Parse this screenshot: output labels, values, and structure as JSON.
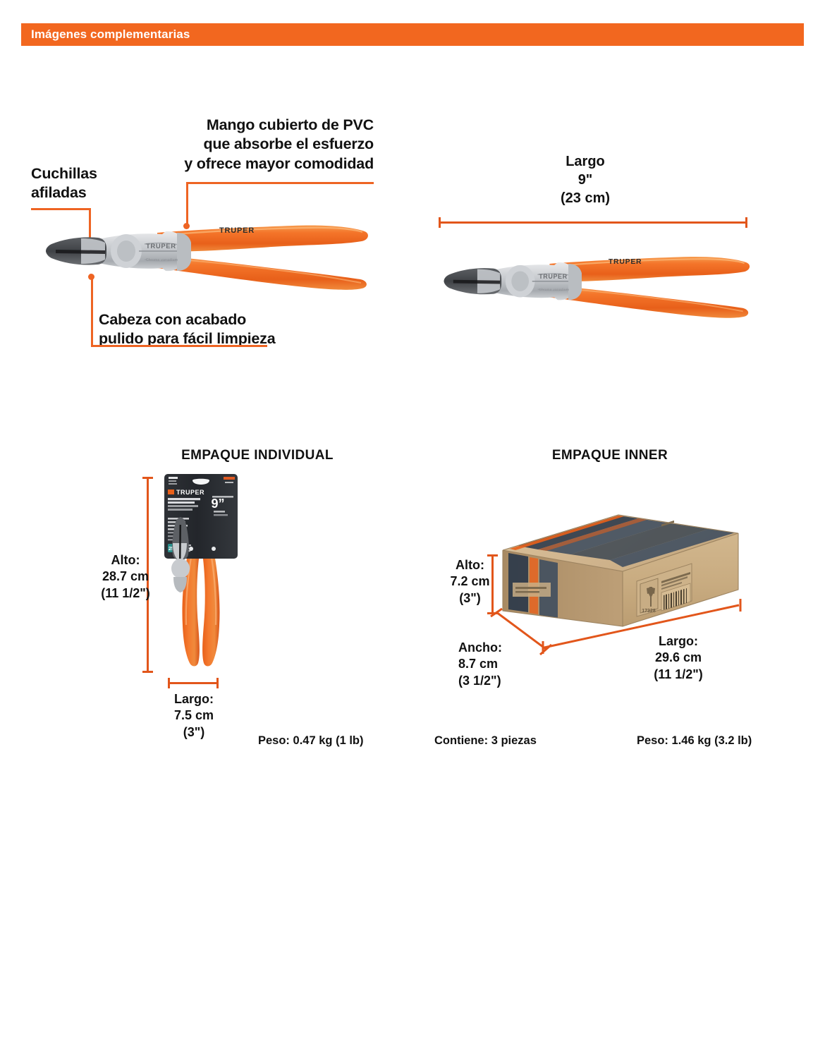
{
  "header": {
    "title": "Imágenes complementarias",
    "bar_color": "#F2671F"
  },
  "accent_color": "#EE6423",
  "product": {
    "brand": "TRUPER",
    "size_marking": "9\"",
    "inner_code": "17328"
  },
  "features": [
    {
      "id": "cuchillas",
      "line1": "Cuchillas",
      "line2": "afiladas"
    },
    {
      "id": "mango",
      "line1": "Mango cubierto de PVC",
      "line2": "que absorbe el esfuerzo",
      "line3": "y ofrece mayor comodidad"
    },
    {
      "id": "cabeza",
      "line1": "Cabeza con acabado",
      "line2": "pulido para fácil limpieza"
    }
  ],
  "tool_dimension": {
    "name": "Largo",
    "value_in": "9\"",
    "value_cm": "(23 cm)"
  },
  "packages": [
    {
      "id": "individual",
      "heading": "EMPAQUE INDIVIDUAL",
      "dims": [
        {
          "id": "alto",
          "name": "Alto:",
          "metric": "28.7 cm",
          "imperial": "(11 1/2\")"
        },
        {
          "id": "largo",
          "name": "Largo:",
          "metric": "7.5 cm",
          "imperial": "(3\")"
        }
      ],
      "weight_label": "Peso:",
      "weight_value": "0.47 kg (1 lb)"
    },
    {
      "id": "inner",
      "heading": "EMPAQUE INNER",
      "dims": [
        {
          "id": "alto",
          "name": "Alto:",
          "metric": "7.2 cm",
          "imperial": "(3\")"
        },
        {
          "id": "ancho",
          "name": "Ancho:",
          "metric": "8.7 cm",
          "imperial": "(3 1/2\")"
        },
        {
          "id": "largo",
          "name": "Largo:",
          "metric": "29.6 cm",
          "imperial": "(11 1/2\")"
        }
      ],
      "contains_label": "Contiene:",
      "contains_value": "3 piezas",
      "weight_label": "Peso:",
      "weight_value": "1.46 kg (3.2 lb)"
    }
  ]
}
